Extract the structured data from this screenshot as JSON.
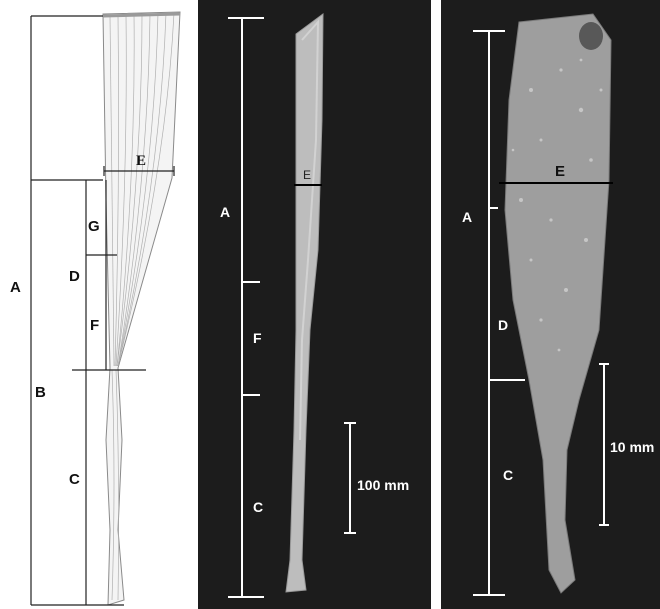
{
  "sketch": {
    "label_a": "A",
    "label_b": "B",
    "label_c": "C",
    "label_d": "D",
    "label_e": "E",
    "label_f": "F",
    "label_g": "G"
  },
  "photo_full": {
    "label_a": "A",
    "label_c": "C",
    "label_e": "E",
    "label_f": "F",
    "scale_label": "100 mm"
  },
  "photo_close": {
    "label_a": "A",
    "label_c": "C",
    "label_d": "D",
    "label_e": "E",
    "scale_label": "10 mm"
  }
}
